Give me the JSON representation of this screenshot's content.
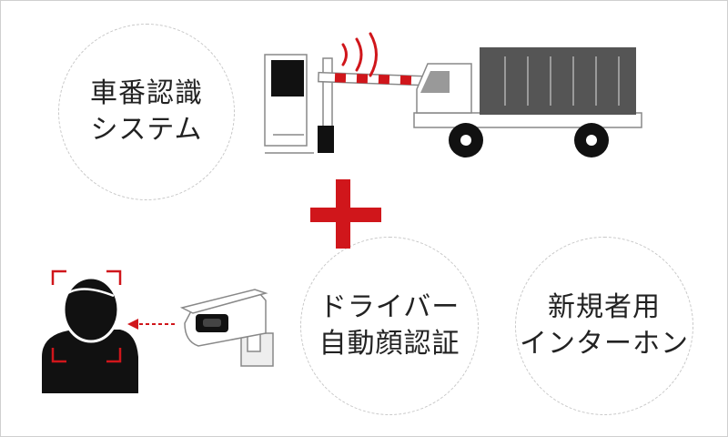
{
  "circles": {
    "vehicle_recognition": {
      "line1": "車番認識",
      "line2": "システム"
    },
    "driver_face_auth": {
      "line1": "ドライバー",
      "line2": "自動顔認証"
    },
    "new_intercom": {
      "line1": "新規者用",
      "line2": "インターホン"
    }
  },
  "colors": {
    "accent_red": "#d0161b",
    "dark": "#111111",
    "truck_body": "#555555",
    "outline": "#888888",
    "dashed_circle": "#c8c8c8"
  },
  "icons": [
    "parking-gate-icon",
    "truck-icon",
    "signal-waves-icon",
    "plus-icon",
    "driver-face-icon",
    "security-camera-icon"
  ]
}
